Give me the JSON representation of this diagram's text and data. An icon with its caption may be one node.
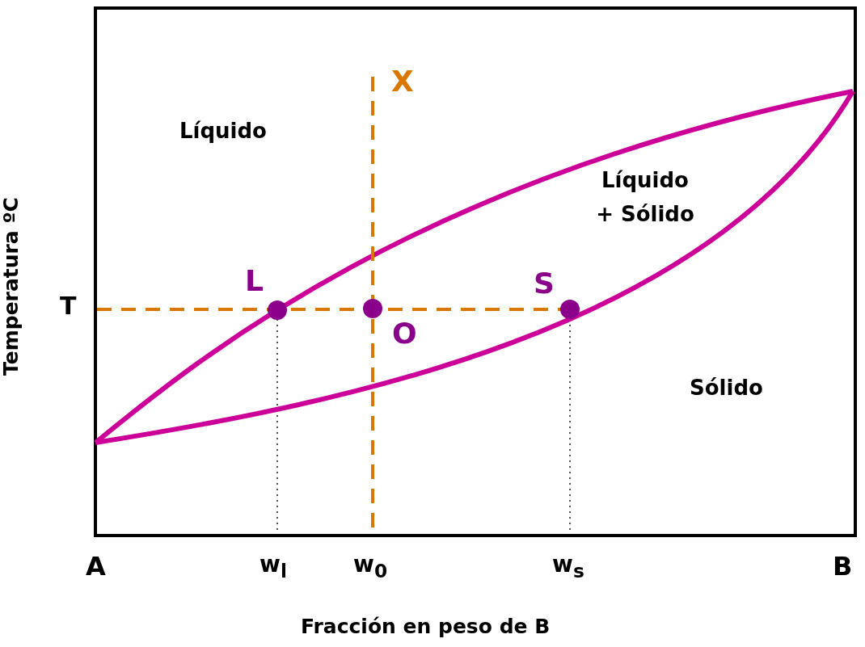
{
  "diagram": {
    "labels": [
      "X",
      "Líquido",
      "Líquido + Sólido",
      "L",
      "S",
      "T",
      "O",
      "Sólido",
      "A",
      "w$_{l}$",
      "w$_{0}$",
      "w$_{s}$",
      "B",
      "Temperatura ºC",
      "Fracción en peso de B"
    ]
  }
}
